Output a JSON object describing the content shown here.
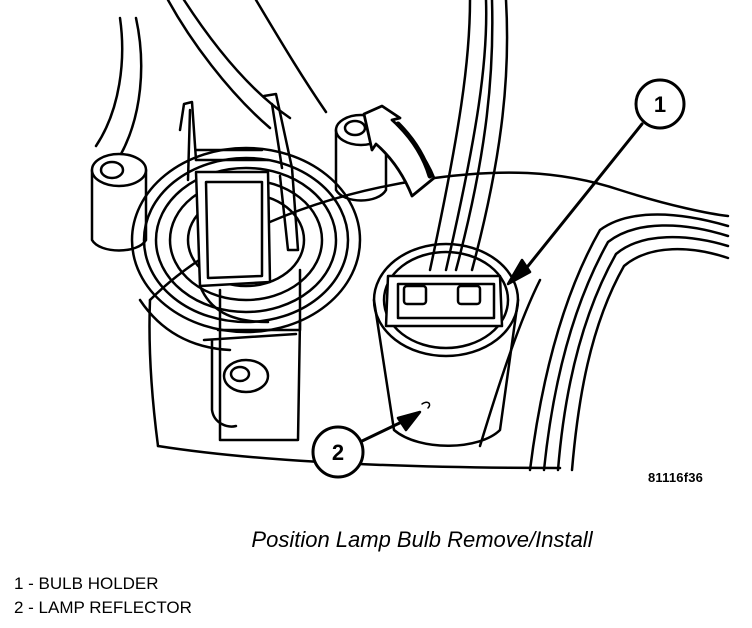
{
  "callouts": [
    {
      "number": "1",
      "label": "BULB HOLDER"
    },
    {
      "number": "2",
      "label": "LAMP REFLECTOR"
    }
  ],
  "figure_id": "81116f36",
  "caption": "Position Lamp Bulb Remove/Install",
  "legend": [
    "1 - BULB HOLDER",
    "2 - LAMP REFLECTOR"
  ]
}
